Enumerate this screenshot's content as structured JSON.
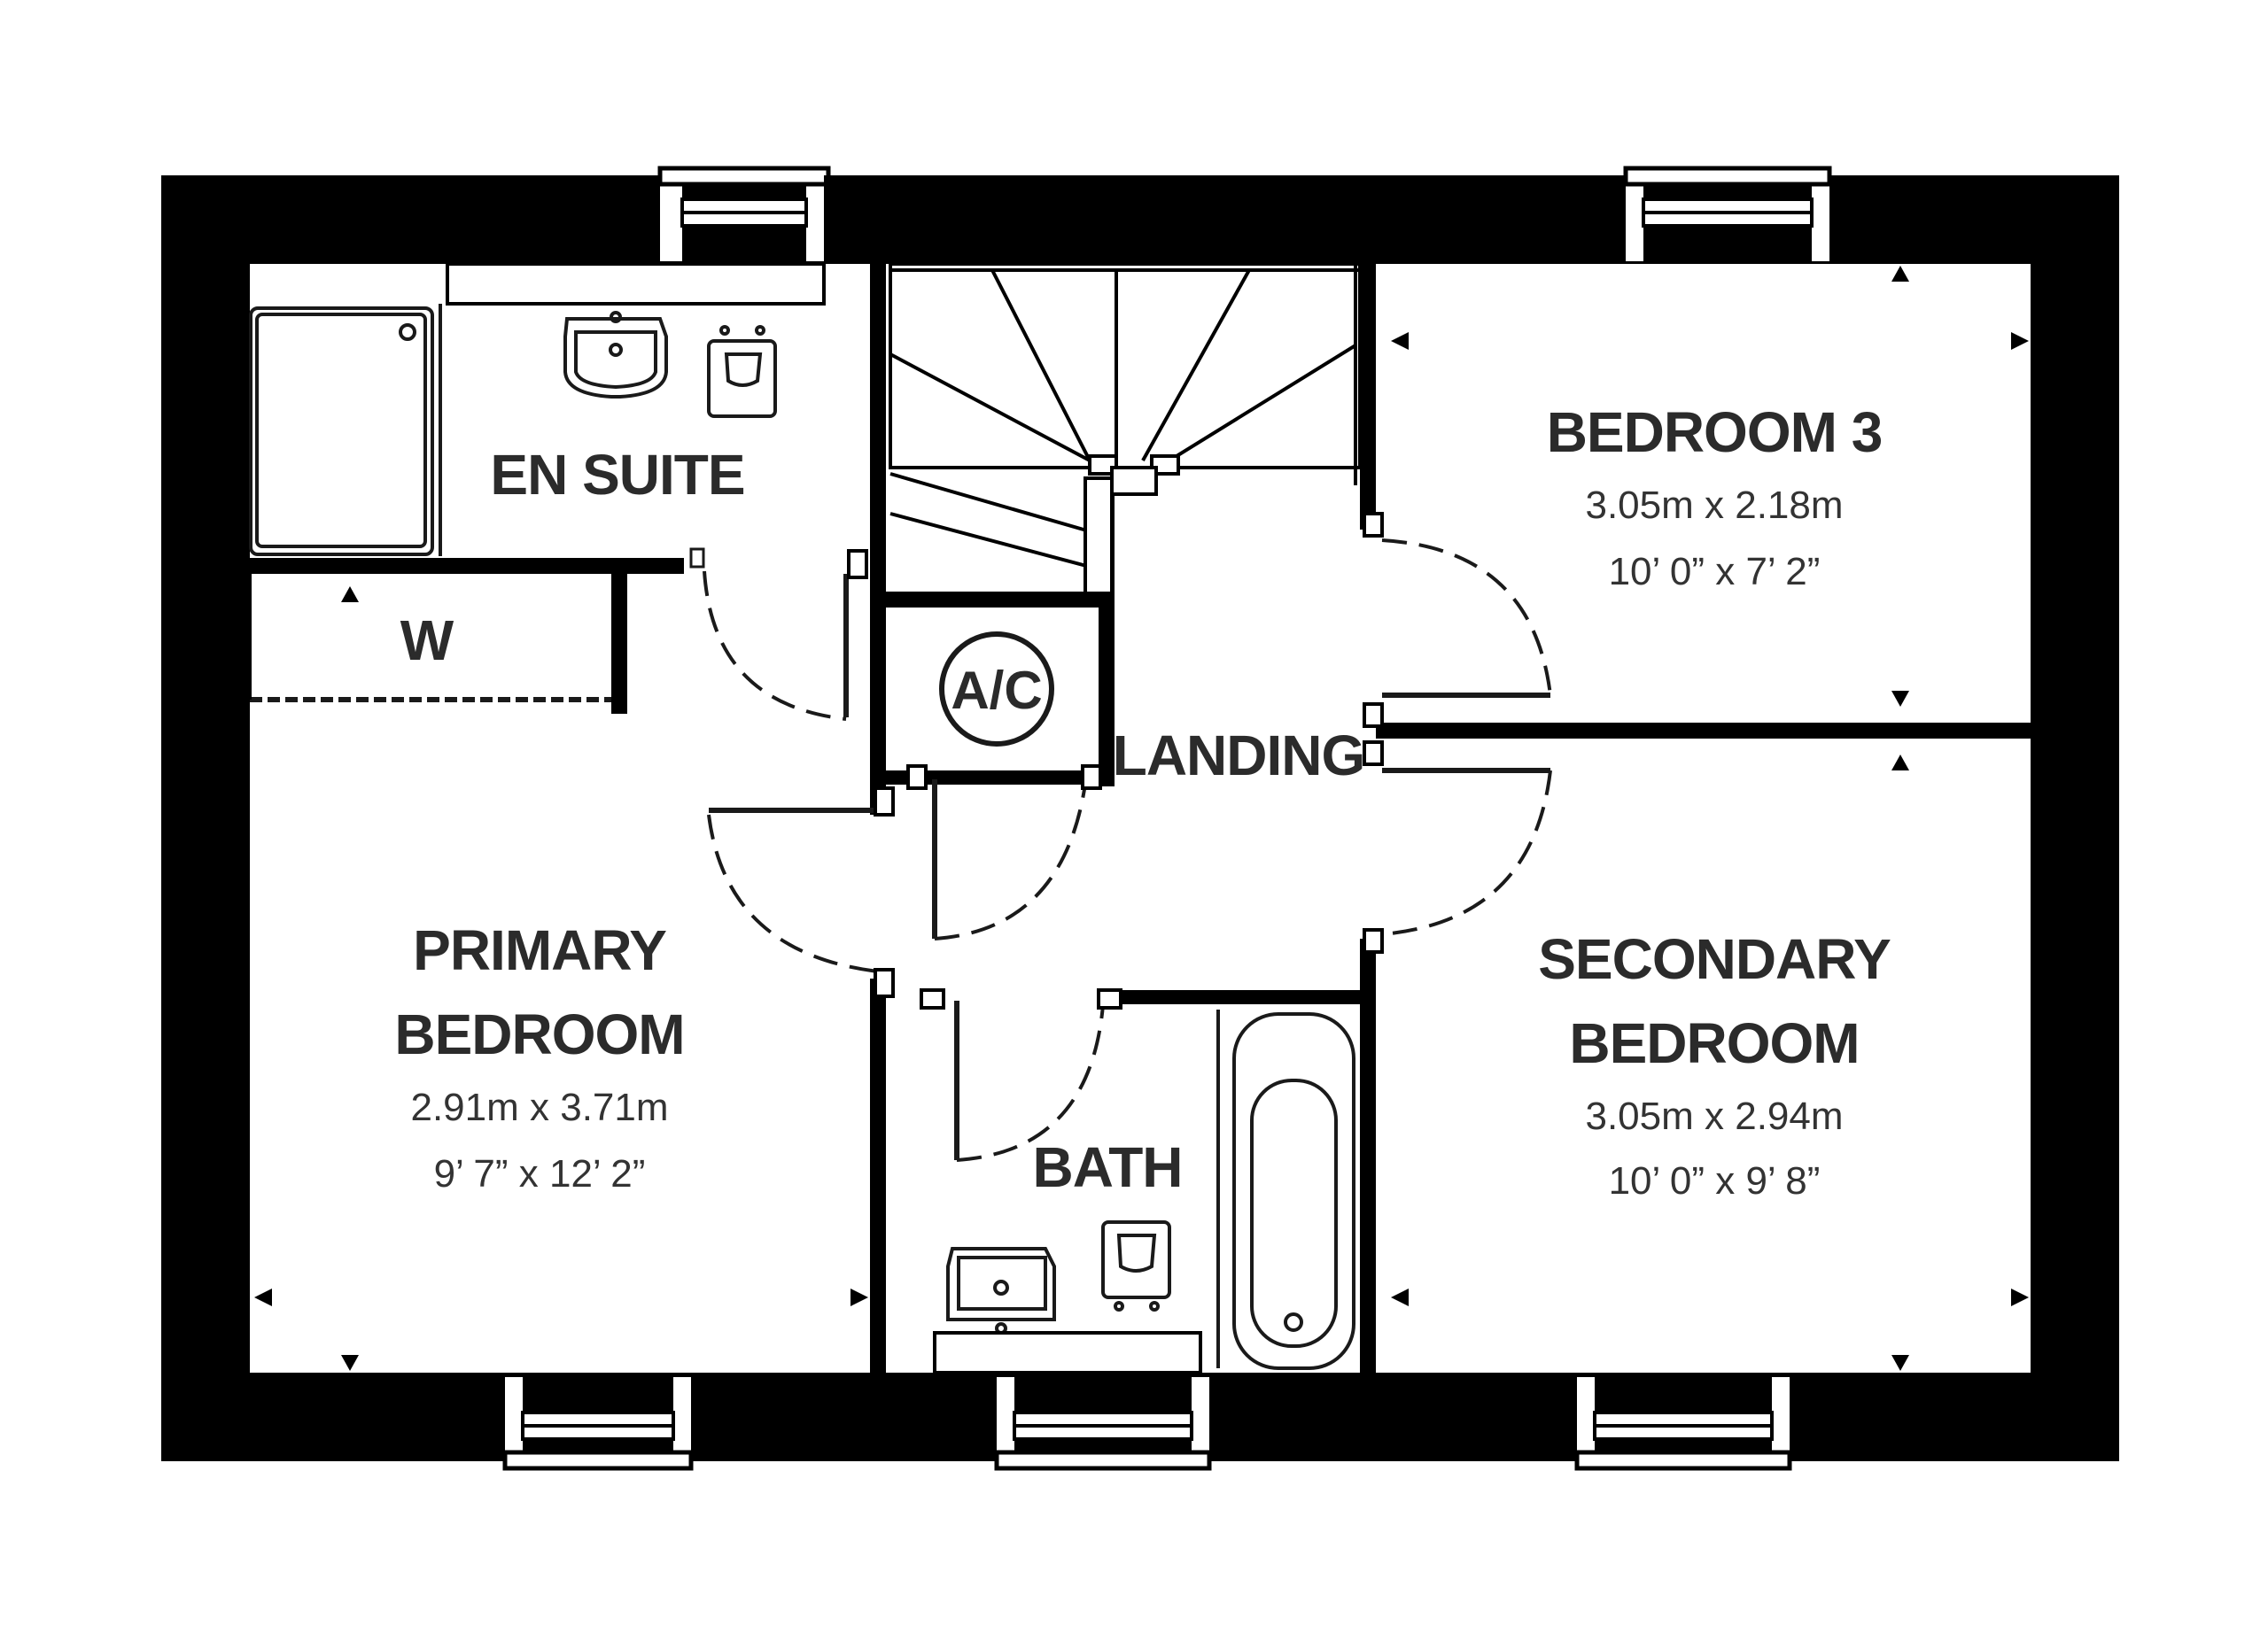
{
  "rooms": {
    "en_suite": {
      "name": "EN SUITE"
    },
    "wardrobe": {
      "name": "W"
    },
    "airing_cupboard": {
      "name": "A/C"
    },
    "landing": {
      "name": "LANDING"
    },
    "bedroom3": {
      "name": "BEDROOM 3",
      "metric": "3.05m x 2.18m",
      "imperial": "10’ 0” x 7’ 2”"
    },
    "primary": {
      "name_line1": "PRIMARY",
      "name_line2": "BEDROOM",
      "metric": "2.91m x 3.71m",
      "imperial": "9’ 7” x 12’ 2”"
    },
    "bath": {
      "name": "BATH"
    },
    "secondary": {
      "name_line1": "SECONDARY",
      "name_line2": "BEDROOM",
      "metric": "3.05m x 2.94m",
      "imperial": "10’ 0” x 9’ 8”"
    }
  },
  "colors": {
    "wall": "#000000",
    "text": "#2b2b2b",
    "line": "#1a1a1a"
  }
}
